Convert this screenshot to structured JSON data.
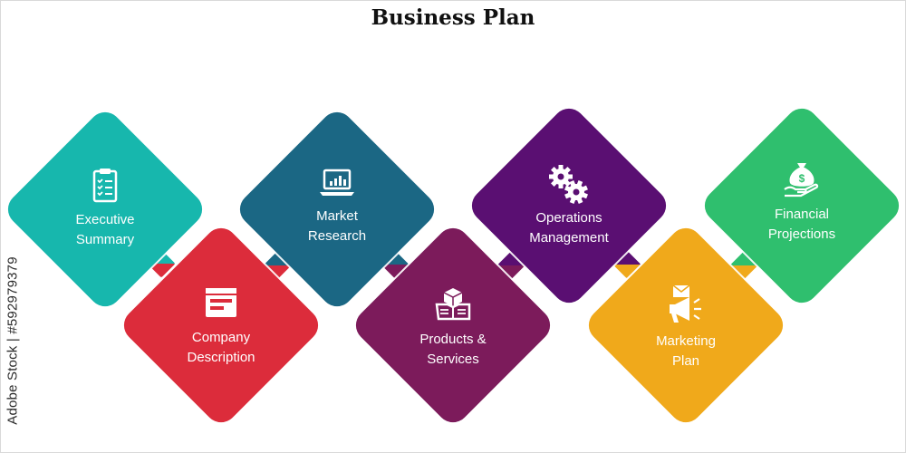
{
  "title": "Business Plan",
  "watermark": "Adobe Stock | #592979379",
  "steps": [
    {
      "lines": [
        "Executive",
        "Summary"
      ],
      "color": "#17b7ad",
      "icon": "clipboard-checklist-icon"
    },
    {
      "lines": [
        "Company",
        "Description"
      ],
      "color": "#dc2c3b",
      "icon": "document-window-icon"
    },
    {
      "lines": [
        "Market",
        "Research"
      ],
      "color": "#1b6784",
      "icon": "laptop-chart-icon"
    },
    {
      "lines": [
        "Products &",
        "Services"
      ],
      "color": "#7c1b5b",
      "icon": "box-catalog-icon"
    },
    {
      "lines": [
        "Operations",
        "Management"
      ],
      "color": "#5a0f72",
      "icon": "gears-icon"
    },
    {
      "lines": [
        "Marketing",
        "Plan"
      ],
      "color": "#f0a91b",
      "icon": "megaphone-mail-icon"
    },
    {
      "lines": [
        "Financial",
        "Projections"
      ],
      "color": "#2fbf6e",
      "icon": "money-bag-hand-icon"
    }
  ]
}
